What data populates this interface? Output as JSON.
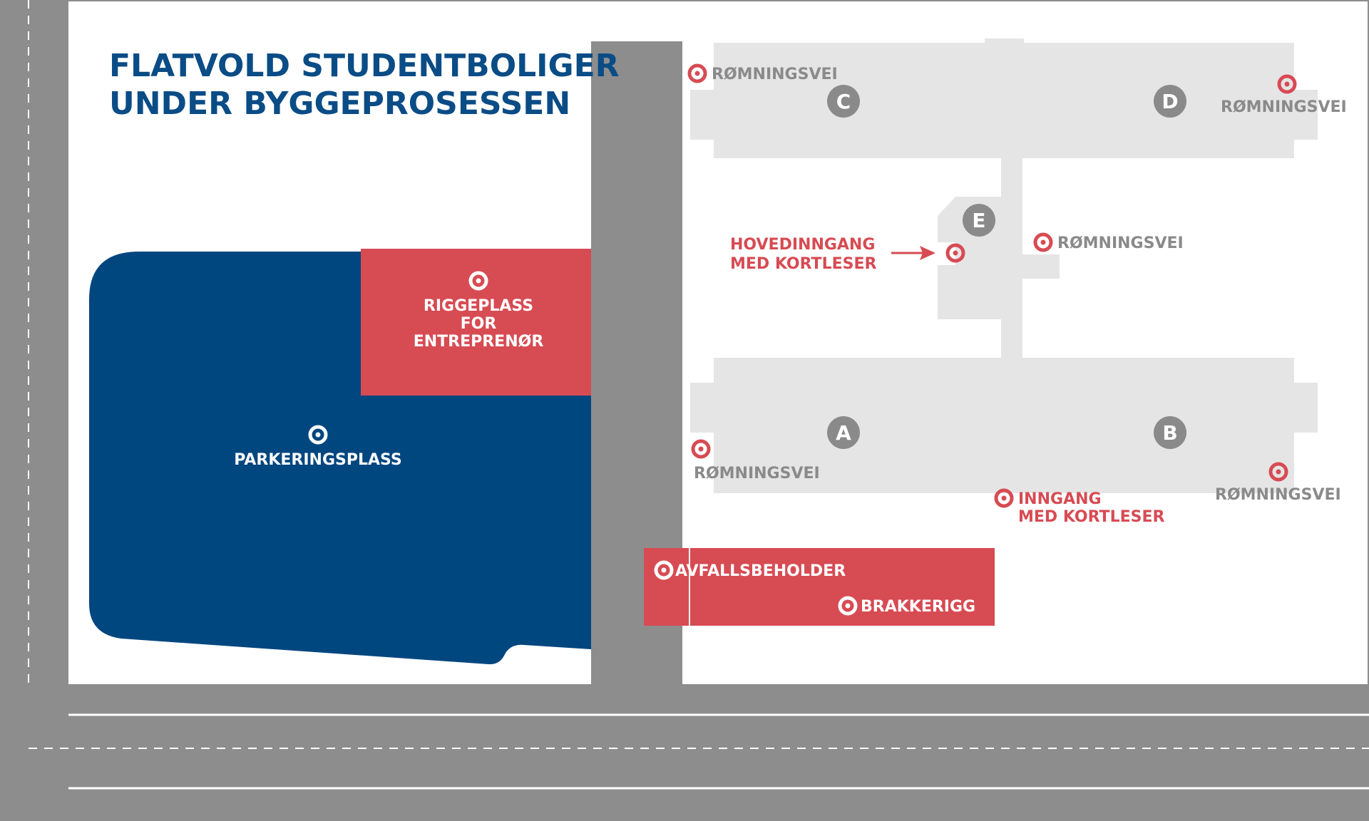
{
  "title": {
    "line1": "FLATVOLD STUDENTBOLIGER",
    "line2": "UNDER BYGGEPROSESSEN"
  },
  "colors": {
    "road": "#8d8d8d",
    "building": "#e6e5e5",
    "parking": "#00467f",
    "red_zone": "#d74b53",
    "title": "#0a4c86",
    "label_gray": "#8a8a8a",
    "label_red": "#d74b53"
  },
  "icons": {
    "marker": "target-marker-icon",
    "badge": "building-letter-badge"
  },
  "buildings": {
    "a": "A",
    "b": "B",
    "c": "C",
    "d": "D",
    "e": "E"
  },
  "areas": {
    "parking": "PARKERINGSPLASS",
    "rigging_line1": "RIGGEPLASS",
    "rigging_line2": "FOR",
    "rigging_line3": "ENTREPRENØR",
    "waste": "AVFALLSBEHOLDER",
    "barracks": "BRAKKERIGG"
  },
  "exits": {
    "label": "RØMNINGSVEI"
  },
  "entrances": {
    "main_line1": "HOVEDINNGANG",
    "main_line2": "MED KORTLESER",
    "side_line1": "INNGANG",
    "side_line2": "MED KORTLESER"
  }
}
